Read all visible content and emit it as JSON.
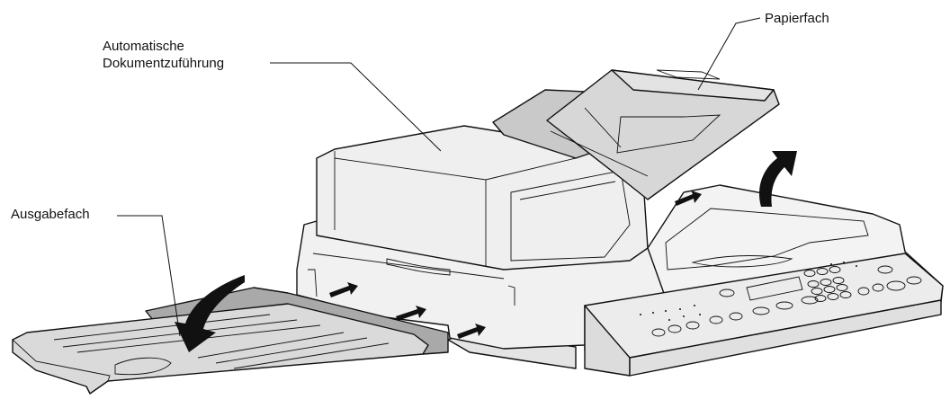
{
  "labels": {
    "adf_line1": "Automatische",
    "adf_line2": "Dokumentzuführung",
    "paper_tray": "Papierfach",
    "output_tray": "Ausgabefach"
  },
  "colors": {
    "body_fill": "#f1f1f1",
    "panel_fill": "#ebebeb",
    "shade_fill": "#c9c9c9",
    "dark_fill": "#a9a9a9",
    "outline": "#111111",
    "arrow_fill": "#111111"
  },
  "icons": {
    "movement_arrow": "curved-arrow",
    "direction_arrow": "small-arrow"
  }
}
